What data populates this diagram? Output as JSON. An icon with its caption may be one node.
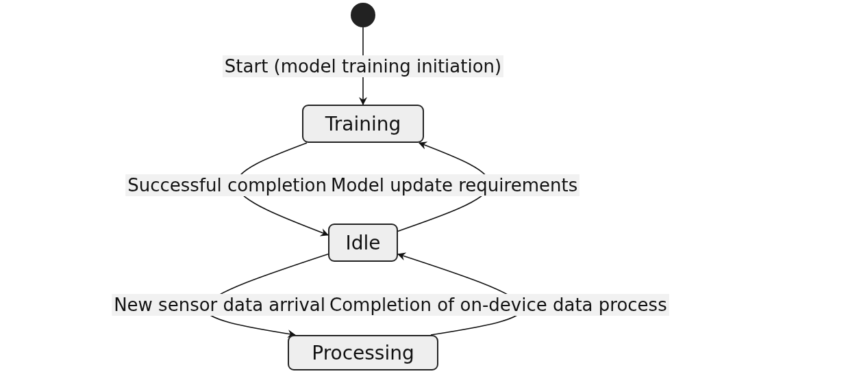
{
  "diagram": {
    "nodes": [
      {
        "text": [],
        "shape": "circle"
      },
      {
        "text": [
          "Training"
        ]
      },
      {
        "text": [
          "Idle"
        ]
      },
      {
        "text": [
          "Processing"
        ]
      }
    ],
    "edges": [
      {
        "from": 0,
        "to": 1,
        "arrow": "to",
        "label": "Start (model training initiation)"
      },
      {
        "from": 1,
        "to": 2,
        "arrow": "to",
        "label": "Successful completion"
      },
      {
        "from": 2,
        "to": 1,
        "arrow": "to",
        "label": "Model update requirements"
      },
      {
        "from": 2,
        "to": 3,
        "arrow": "to",
        "label": "New sensor data arrival"
      },
      {
        "from": 3,
        "to": 2,
        "arrow": "to",
        "label": "Completion of on-device data process"
      }
    ]
  }
}
